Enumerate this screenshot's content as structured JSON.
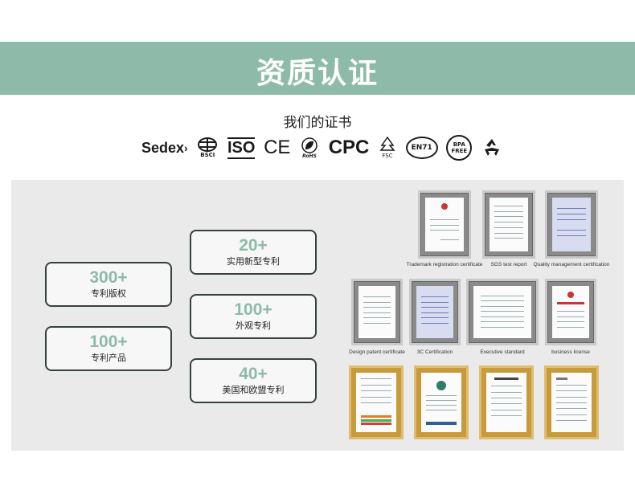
{
  "banner": {
    "title": "资质认证"
  },
  "subtitle": "我们的证书",
  "logos": {
    "sedex": "Sedex",
    "bsci": "BSCI",
    "iso": "ISO",
    "ce": "CE",
    "rohs": "RoHS",
    "cpc": "CPC",
    "fsc": "FSC",
    "en71": "EN71",
    "bpa_top": "BPA",
    "bpa_bottom": "FREE"
  },
  "stats": [
    {
      "number": "300+",
      "label": "专利版权"
    },
    {
      "number": "100+",
      "label": "专利产品"
    },
    {
      "number": "20+",
      "label": "实用新型专利"
    },
    {
      "number": "100+",
      "label": "外观专利"
    },
    {
      "number": "40+",
      "label": "美国和欧盟专利"
    }
  ],
  "certificates": [
    {
      "caption": "Trademark registration certificate"
    },
    {
      "caption": "SGS test report"
    },
    {
      "caption": "Quality management certification"
    },
    {
      "caption": "Design patent certificate"
    },
    {
      "caption": "3C Certification"
    },
    {
      "caption": "Executive standard"
    },
    {
      "caption": "business license"
    }
  ],
  "colors": {
    "accent": "#8ebba9",
    "panel": "#eaeaea",
    "border": "#374140"
  }
}
